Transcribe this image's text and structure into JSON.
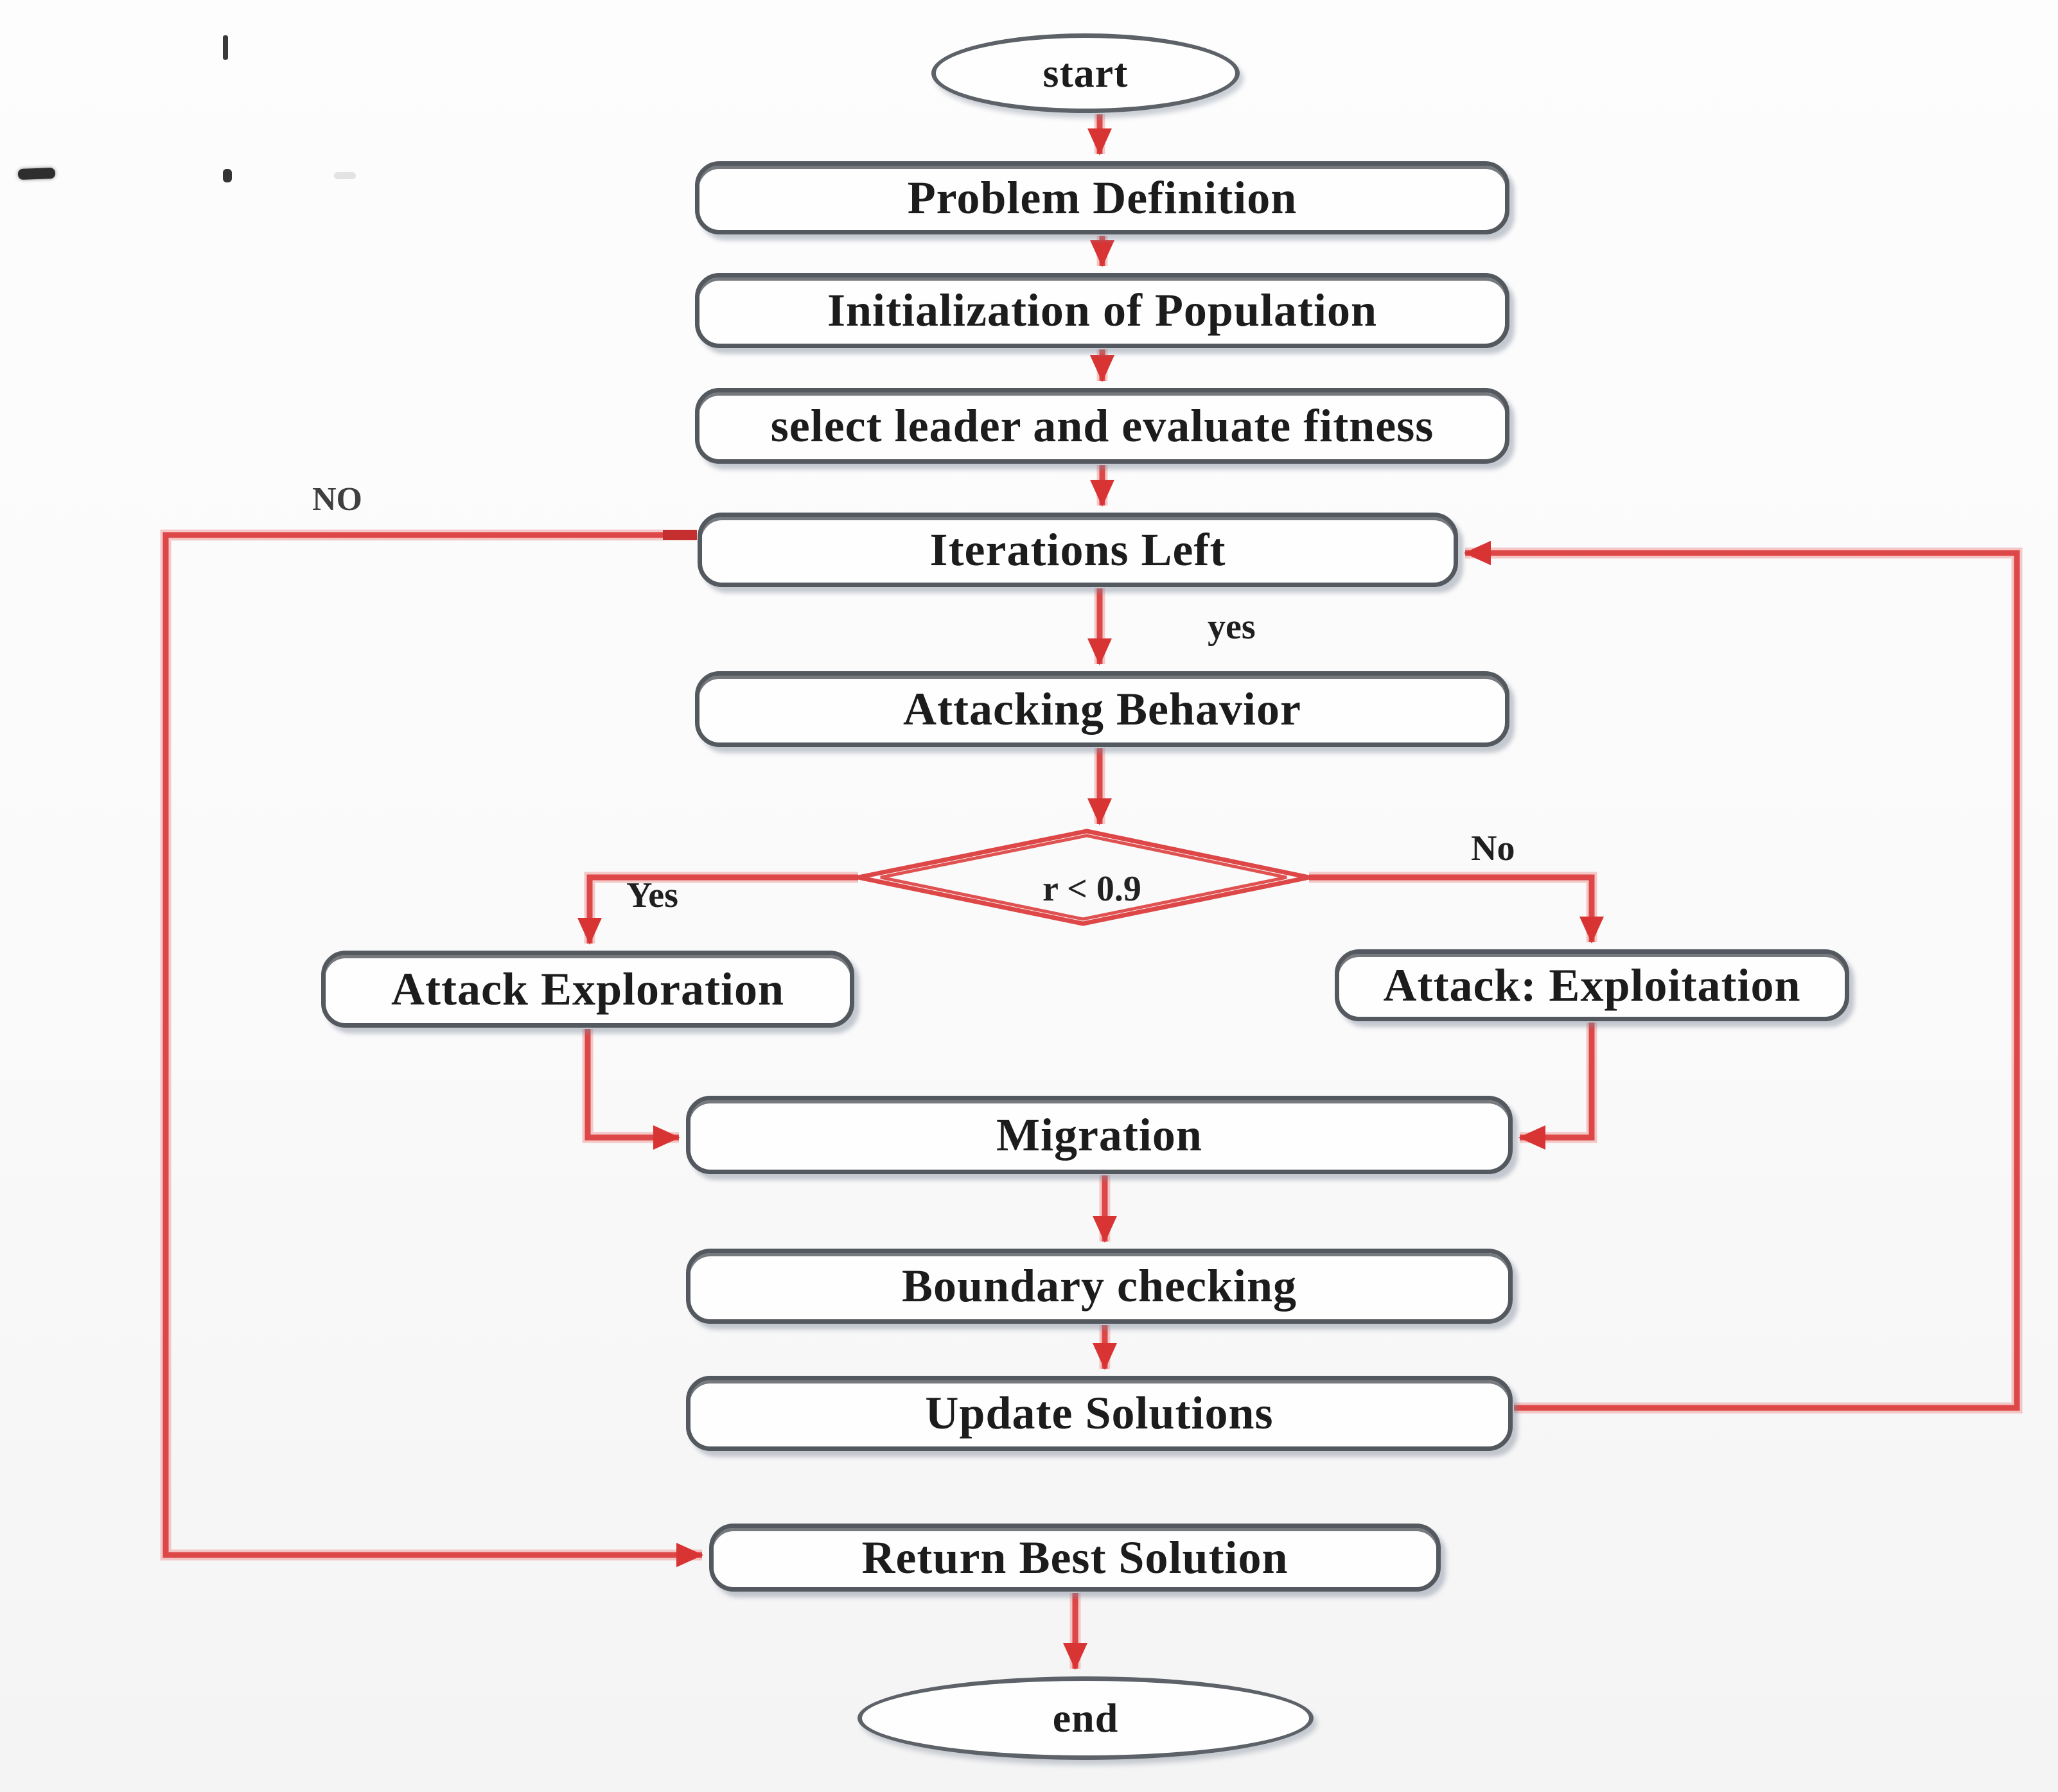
{
  "figure": {
    "type": "flowchart",
    "nodes": {
      "start": "start",
      "problem_definition": "Problem Definition",
      "initialization": "Initialization of Population",
      "select_leader": "select leader and evaluate fitness",
      "iterations_left": "Iterations Left",
      "attacking_behavior": "Attacking Behavior",
      "decision": "r < 0.9",
      "attack_exploration": "Attack Exploration",
      "attack_exploitation": "Attack: Exploitation",
      "migration": "Migration",
      "boundary_checking": "Boundary checking",
      "update_solutions": "Update Solutions",
      "return_best_solution": "Return Best Solution",
      "end": "end"
    },
    "edge_labels": {
      "iterations_yes": "yes",
      "decision_yes": "Yes",
      "decision_no": "No",
      "iterations_no": "NO"
    },
    "colors": {
      "arrow_red": "#dd4747",
      "node_border_gray": "#54595f",
      "text_black": "#1c1c1c"
    }
  }
}
